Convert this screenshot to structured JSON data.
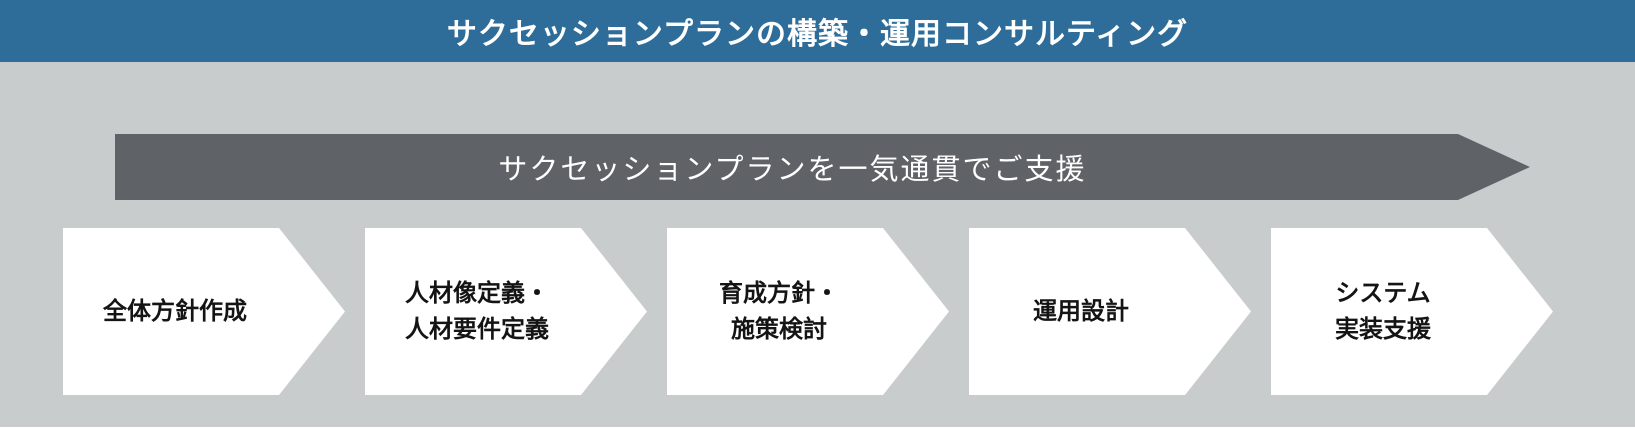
{
  "header": {
    "title": "サクセッションプランの構築・運用コンサルティング"
  },
  "banner": {
    "text": "サクセッションプランを一気通貫でご支援"
  },
  "steps": [
    {
      "label": "全体方針作成"
    },
    {
      "label": "人材像定義・\n人材要件定義"
    },
    {
      "label": "育成方針・\n施策検討"
    },
    {
      "label": "運用設計"
    },
    {
      "label": "システム\n実装支援"
    }
  ],
  "colors": {
    "header_bg": "#2e6d99",
    "canvas_bg": "#c9cccd",
    "banner_bg": "#5f6266",
    "step_bg": "#ffffff",
    "header_text": "#ffffff",
    "banner_text": "#ffffff",
    "step_text": "#141414"
  }
}
